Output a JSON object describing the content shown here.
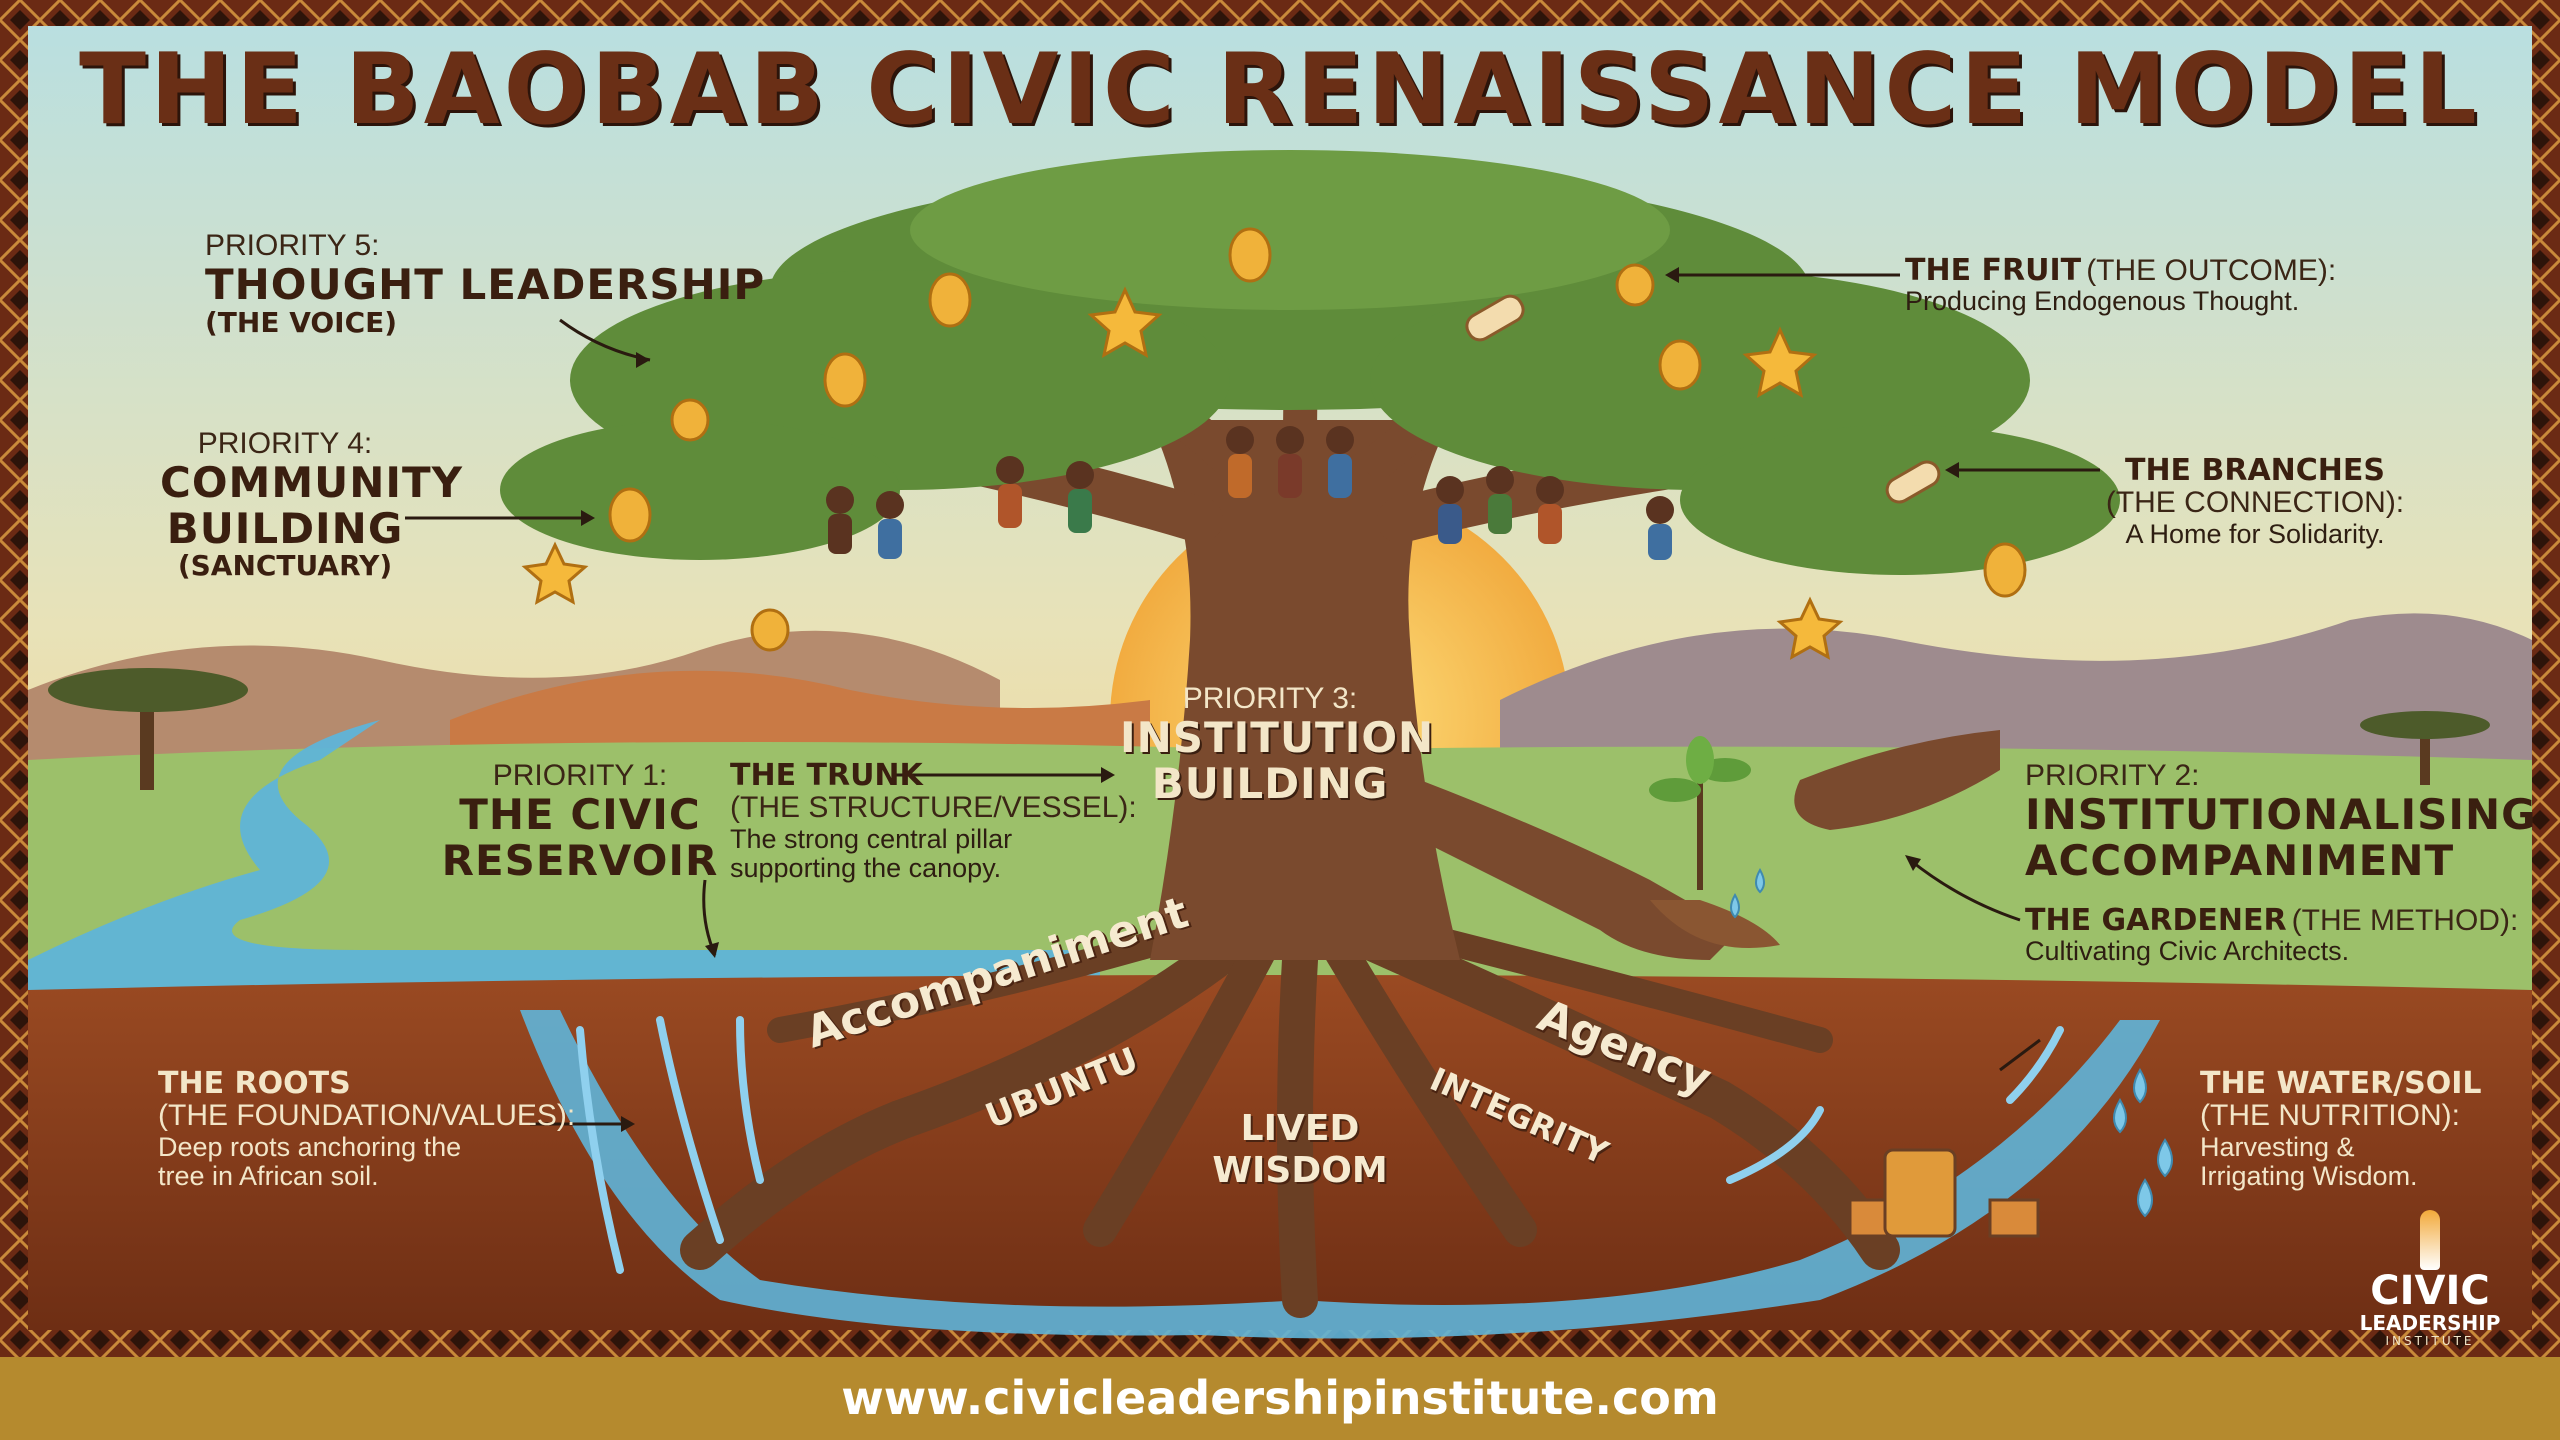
{
  "title": "THE BAOBAB CIVIC RENAISSANCE MODEL",
  "labels": {
    "p5": {
      "priority": "PRIORITY 5:",
      "name": "THOUGHT LEADERSHIP",
      "sub": "(THE VOICE)"
    },
    "p4": {
      "priority": "PRIORITY 4:",
      "name1": "COMMUNITY",
      "name2": "BUILDING",
      "sub": "(SANCTUARY)"
    },
    "p3": {
      "priority": "PRIORITY 3:",
      "name1": "INSTITUTION",
      "name2": "BUILDING"
    },
    "p2": {
      "priority": "PRIORITY 2:",
      "name1": "INSTITUTIONALISING",
      "name2": "ACCOMPANIMENT"
    },
    "p1": {
      "priority": "PRIORITY 1:",
      "name1": "THE CIVIC",
      "name2": "RESERVOIR"
    },
    "fruit": {
      "head": "THE FRUIT",
      "paren": "(THE OUTCOME):",
      "text": "Producing Endogenous Thought."
    },
    "branches": {
      "head": "THE BRANCHES",
      "paren": "(THE CONNECTION):",
      "text": "A Home for Solidarity."
    },
    "trunk": {
      "head": "THE TRUNK",
      "paren": "(THE STRUCTURE/VESSEL):",
      "text1": "The strong central pillar",
      "text2": "supporting the canopy."
    },
    "gardener": {
      "head": "THE GARDENER",
      "paren": "(THE METHOD):",
      "text": "Cultivating Civic Architects."
    },
    "roots": {
      "head": "THE ROOTS",
      "paren": "(THE FOUNDATION/VALUES):",
      "text1": "Deep roots anchoring the",
      "text2": "tree in African soil."
    },
    "water": {
      "head": "THE WATER/SOIL",
      "paren": "(THE NUTRITION):",
      "text1": "Harvesting &",
      "text2": "Irrigating Wisdom."
    }
  },
  "root_words": {
    "accompaniment": "Accompaniment",
    "agency": "Agency",
    "ubuntu": "UBUNTU",
    "integrity": "INTEGRITY",
    "lived1": "LIVED",
    "lived2": "WISDOM"
  },
  "logo": {
    "line1": "CIVIC",
    "line2": "LEADERSHIP",
    "line3": "INSTITUTE"
  },
  "footer": {
    "url": "www.civicleadershipinstitute.com"
  },
  "colors": {
    "frame": "#6b2a14",
    "sky": "#bfe0dc",
    "grass": "#9cc06a",
    "soil": "#8a3e1c",
    "trunk": "#7a4a2e",
    "canopy": "#5f8c3a",
    "water": "#5fb4d8",
    "footer": "#b58a2e",
    "fruit": "#f0b23a"
  }
}
